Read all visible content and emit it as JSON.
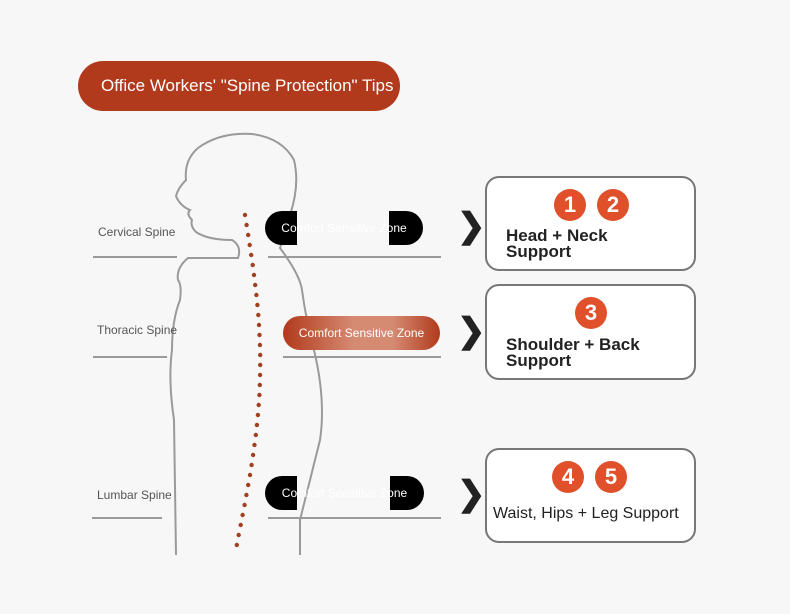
{
  "title": "Office Workers' \"Spine Protection\" Tips",
  "spine_labels": {
    "cervical": "Cervical Spine",
    "thoracic": "Thoracic Spine",
    "lumbar": "Lumbar Spine"
  },
  "zones": {
    "cervical": "Comfort Sensitive Zone",
    "thoracic": "Comfort Sensitive Zone",
    "lumbar": "Comfort Sensitive Zone"
  },
  "boxes": [
    {
      "numbers": [
        "1",
        "2"
      ],
      "line1": "Head + Neck",
      "line2": "Support"
    },
    {
      "numbers": [
        "3"
      ],
      "line1": "Shoulder + Back",
      "line2": "Support"
    },
    {
      "numbers": [
        "4",
        "5"
      ],
      "line1": "Waist, Hips + Leg Support"
    }
  ],
  "arrow_glyph": "❯",
  "colors": {
    "accent": "#b13a1c",
    "badge": "#e0502a",
    "spine_dots": "#a0401e"
  }
}
